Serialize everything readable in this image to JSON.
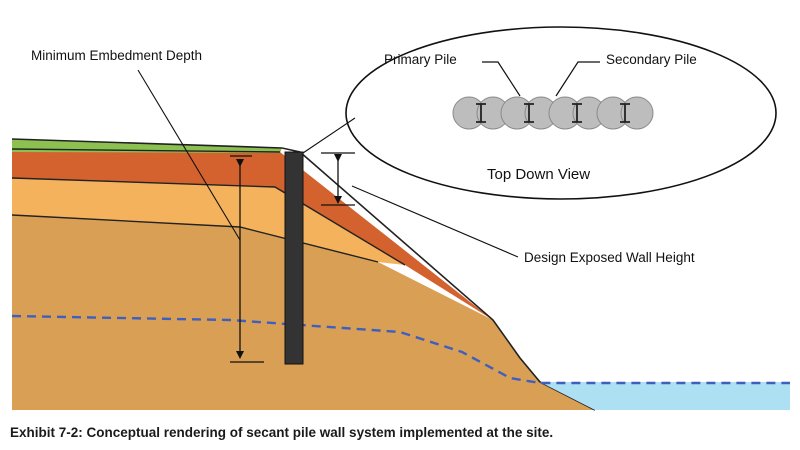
{
  "labels": {
    "min_embedment": "Minimum Embedment Depth",
    "primary_pile": "Primary Pile",
    "secondary_pile": "Secondary Pile",
    "top_down_view": "Top Down View",
    "exposed_wall_height": "Design Exposed Wall Height"
  },
  "caption": "Exhibit 7-2: Conceptual rendering of secant pile wall system implemented at the site.",
  "colors": {
    "grass": "#8cc152",
    "top_layer": "#d4622e",
    "middle_layer": "#f4b25c",
    "base_soil": "#d9a055",
    "wall": "#333333",
    "water": "#aee0f4",
    "water_table": "#3f5fbf",
    "pile": "#bdbdbd"
  }
}
